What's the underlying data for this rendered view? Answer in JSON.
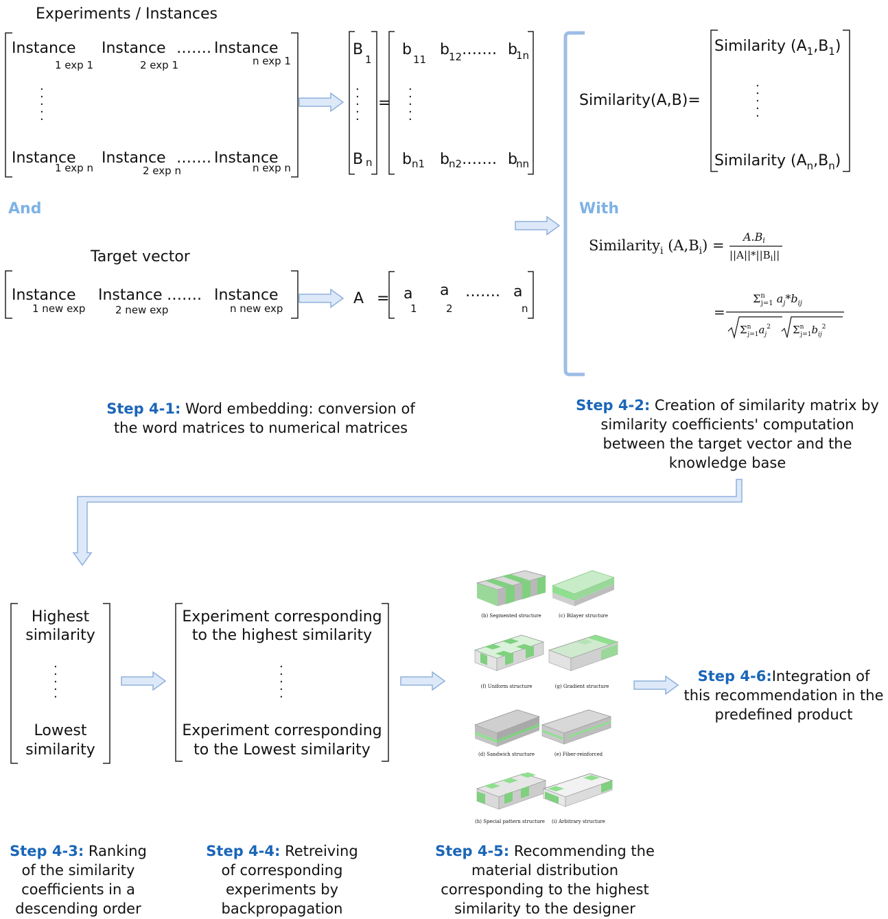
{
  "experiments_title": "Experiments / Instances",
  "instance_word": "Instance",
  "dots": "…….",
  "exp_subs": {
    "r1": [
      "1 exp 1",
      "2 exp 1",
      "n exp 1"
    ],
    "rn": [
      "1 exp n",
      "2 exp n",
      "n exp n"
    ]
  },
  "and_label": "And",
  "with_label": "With",
  "target_title": "Target vector",
  "target_subs": [
    "1 new exp",
    "2 new exp",
    "n new exp"
  ],
  "B_matrix": {
    "B": "B",
    "sub1": "1",
    "subn": "n",
    "b": "b",
    "b11": "11",
    "b12": "12",
    "b1n": "1n",
    "bn1": "n1",
    "bn2": "n2",
    "bnn": "nn",
    "equals": "="
  },
  "A_vector": {
    "A": "A",
    "equals": "=",
    "a": "a",
    "s1": "1",
    "s2": "2",
    "sn": "n"
  },
  "similarity": {
    "lhs": "Similarity(A,B)=",
    "top": "Similarity (A",
    "top_s1": "1",
    "top_mid": ",B",
    "top_s2": "1",
    "bottom": "Similarity (A",
    "bot_s1": "n",
    "bot_mid": ",B",
    "bot_s2": "n",
    "close": ")",
    "formula_lhs": "Similarity",
    "formula_i": "i",
    "formula_args": " (A,B",
    "formula_argi": "i",
    "formula_close": ") =",
    "numerator": "A.B",
    "numerator_i": "i",
    "denominator": "||A||*||B",
    "denominator_i": "i",
    "denominator_close": "||"
  },
  "ranking": {
    "top": [
      "Highest",
      "similarity"
    ],
    "bottom": [
      "Lowest",
      "similarity"
    ]
  },
  "experiments_ranking": {
    "top": [
      "Experiment corresponding",
      "to the highest similarity"
    ],
    "bottom": [
      "Experiment corresponding",
      "to the Lowest similarity"
    ]
  },
  "structures": [
    "(b) Segmented structure",
    "(c) Bilayer structure",
    "(f) Uniform structure",
    "(g) Gradient structure",
    "(d) Sandwich structure",
    "(e) Fiber-reinforced",
    "(h) Special pattern structure",
    "(i) Arbitrary structure"
  ],
  "steps": {
    "s41": {
      "key": "Step 4-1:",
      "text": " Word embedding: conversion of the word matrices to numerical matrices"
    },
    "s42": {
      "key": "Step 4-2:",
      "text": " Creation of similarity matrix by similarity coefficients' computation between the target vector and the knowledge base"
    },
    "s43": {
      "key": "Step 4-3:",
      "text": " Ranking of the similarity coefficients in a descending order"
    },
    "s44": {
      "key": "Step 4-4:",
      "text": " Retreiving of corresponding experiments by backpropagation"
    },
    "s45": {
      "key": "Step 4-5:",
      "text": " Recommending the material distribution corresponding to the highest similarity to the designer"
    },
    "s46": {
      "key": "Step 4-6:",
      "text": "Integration of this recommendation in the predefined product"
    }
  },
  "colors": {
    "arrow_fill": "#dde9f8",
    "arrow_stroke": "#8fb0dc",
    "accent_label": "#7fb2e5",
    "step_key": "#1a66b8",
    "green": "#8fdf8f"
  }
}
